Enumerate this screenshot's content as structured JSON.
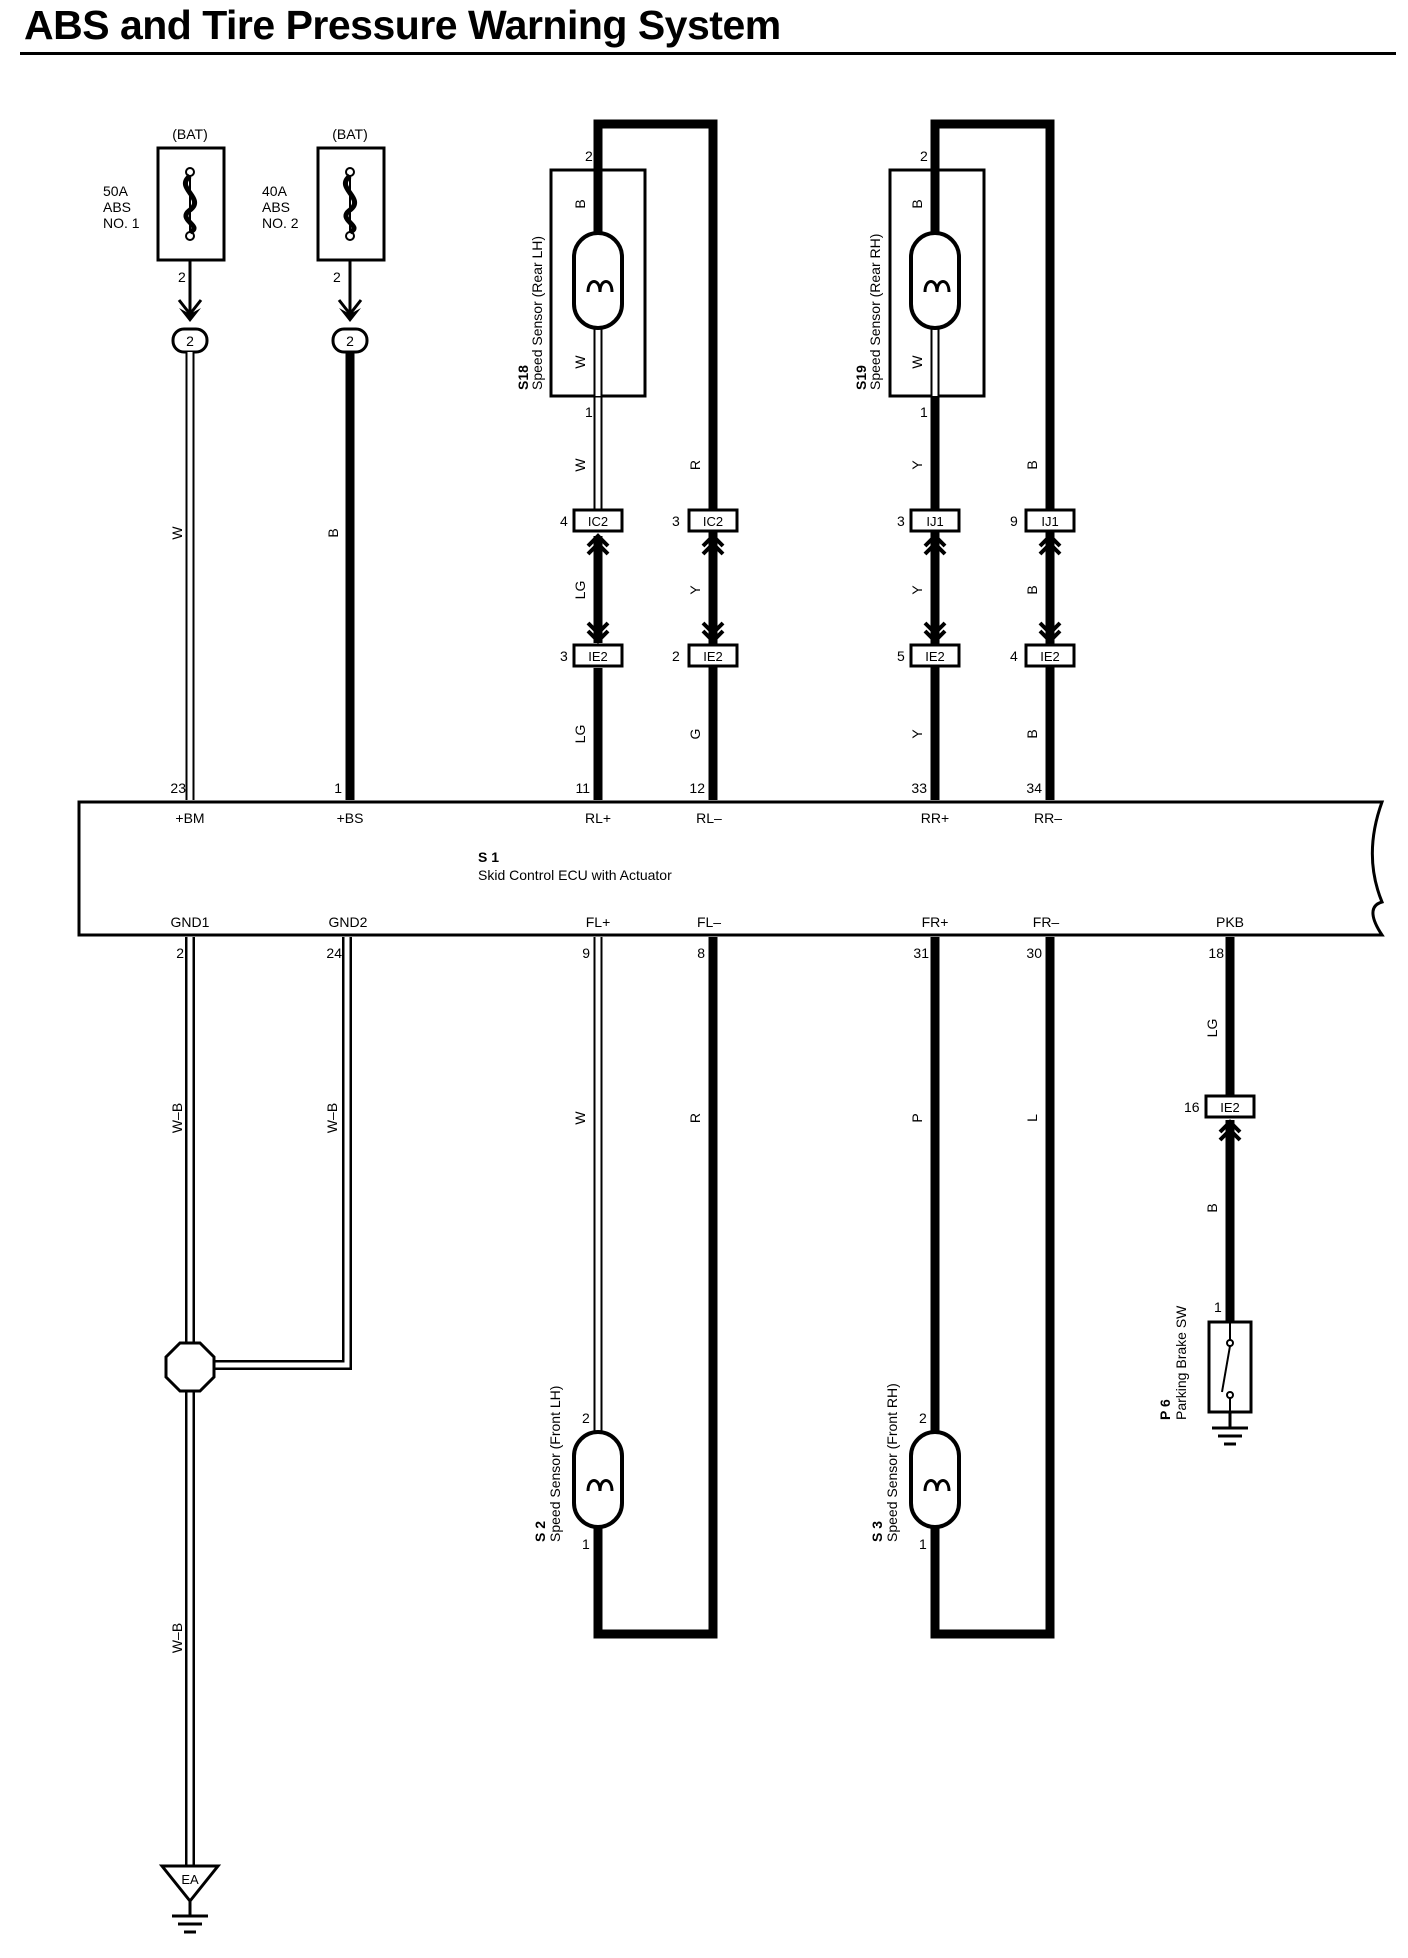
{
  "title": "ABS and Tire Pressure Warning System",
  "fuses": [
    {
      "source": "(BAT)",
      "rating": "50A",
      "name1": "ABS",
      "name2": "NO. 1",
      "pin": "2",
      "connector": "2",
      "wire": "W"
    },
    {
      "source": "(BAT)",
      "rating": "40A",
      "name1": "ABS",
      "name2": "NO. 2",
      "pin": "2",
      "connector": "2",
      "wire": "B"
    }
  ],
  "ecu": {
    "code": "S 1",
    "name": "Skid Control ECU with Actuator",
    "top_pins": [
      {
        "num": "23",
        "label": "+BM"
      },
      {
        "num": "1",
        "label": "+BS"
      },
      {
        "num": "11",
        "label": "RL+"
      },
      {
        "num": "12",
        "label": "RL–"
      },
      {
        "num": "33",
        "label": "RR+"
      },
      {
        "num": "34",
        "label": "RR–"
      }
    ],
    "bottom_pins": [
      {
        "num": "2",
        "label": "GND1"
      },
      {
        "num": "24",
        "label": "GND2"
      },
      {
        "num": "9",
        "label": "FL+"
      },
      {
        "num": "8",
        "label": "FL–"
      },
      {
        "num": "31",
        "label": "FR+"
      },
      {
        "num": "30",
        "label": "FR–"
      },
      {
        "num": "18",
        "label": "PKB"
      }
    ]
  },
  "rear_lh": {
    "code": "S18",
    "name": "Speed Sensor (Rear LH)",
    "pin_top": "2",
    "pin_bottom": "1",
    "inner_top": "B",
    "inner_bottom": "W",
    "left": {
      "w1": "W",
      "c1_pin": "4",
      "c1": "IC2",
      "w2": "LG",
      "c2_pin": "3",
      "c2": "IE2",
      "w3": "LG"
    },
    "right": {
      "w1": "R",
      "c1_pin": "3",
      "c1": "IC2",
      "w2": "Y",
      "c2_pin": "2",
      "c2": "IE2",
      "w3": "G"
    }
  },
  "rear_rh": {
    "code": "S19",
    "name": "Speed Sensor (Rear RH)",
    "pin_top": "2",
    "pin_bottom": "1",
    "inner_top": "B",
    "inner_bottom": "W",
    "left": {
      "w1": "Y",
      "c1_pin": "3",
      "c1": "IJ1",
      "w2": "Y",
      "c2_pin": "5",
      "c2": "IE2",
      "w3": "Y"
    },
    "right": {
      "w1": "B",
      "c1_pin": "9",
      "c1": "IJ1",
      "w2": "B",
      "c2_pin": "4",
      "c2": "IE2",
      "w3": "B"
    }
  },
  "ground_wires": {
    "gnd1": "W–B",
    "gnd2": "W–B",
    "lower": "W–B",
    "ground_point": "EA"
  },
  "front_lh": {
    "code": "S 2",
    "name": "Speed Sensor (Front LH)",
    "pin_top": "2",
    "pin_bottom": "1",
    "wire_plus": "W",
    "wire_minus": "R"
  },
  "front_rh": {
    "code": "S 3",
    "name": "Speed Sensor (Front RH)",
    "pin_top": "2",
    "pin_bottom": "1",
    "wire_plus": "P",
    "wire_minus": "L"
  },
  "parking_brake": {
    "code": "P 6",
    "name": "Parking Brake SW",
    "wire1": "LG",
    "conn_pin": "16",
    "conn": "IE2",
    "wire2": "B",
    "pin": "1"
  }
}
